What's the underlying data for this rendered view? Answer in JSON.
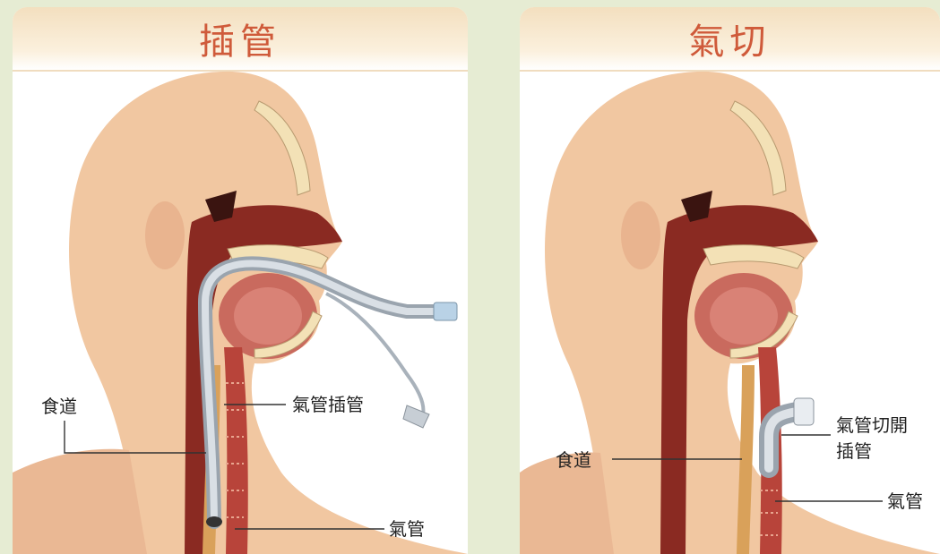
{
  "panels": {
    "intubation": {
      "title": "插管",
      "labels": {
        "esophagus": "食道",
        "endotracheal_tube": "氣管插管",
        "trachea": "氣管"
      }
    },
    "tracheostomy": {
      "title": "氣切",
      "labels": {
        "esophagus": "食道",
        "tracheostomy_tube_line1": "氣管切開",
        "tracheostomy_tube_line2": "插管",
        "trachea": "氣管"
      }
    }
  },
  "colors": {
    "background": "#e6ecd3",
    "title": "#cf5a3a",
    "skin": "#f1c7a1",
    "airway": "#8a2a22",
    "tube": "#b9c2cc"
  }
}
